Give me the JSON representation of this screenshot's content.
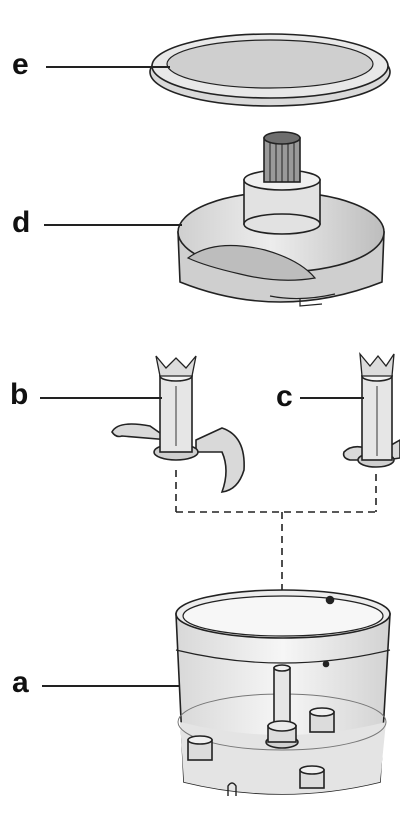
{
  "labels": {
    "a": "a",
    "b": "b",
    "c": "c",
    "d": "d",
    "e": "e"
  },
  "colors": {
    "line": "#222222",
    "part_fill": "#e6e6e6",
    "part_shade": "#c4c4c4",
    "bowl_fill": "#f1f1f1"
  },
  "parts": [
    {
      "label": "a",
      "name": "bowl"
    },
    {
      "label": "b",
      "name": "chopping-blade"
    },
    {
      "label": "c",
      "name": "ice-crushing-blade"
    },
    {
      "label": "d",
      "name": "gear-lid"
    },
    {
      "label": "e",
      "name": "anti-slip-base"
    }
  ]
}
